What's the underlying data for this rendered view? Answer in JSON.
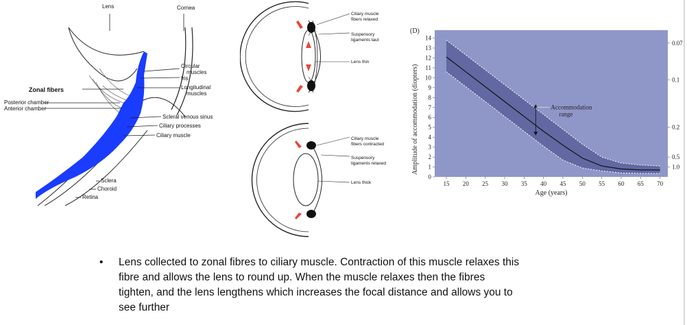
{
  "eye_diagram": {
    "labels": {
      "lens": "Lens",
      "cornea": "Cornea",
      "zonal_fibers": "Zonal fibers",
      "posterior_chamber": "Posterior chamber",
      "anterior_chamber": "Anterior chamber",
      "circular_muscles": [
        "Circular",
        "muscles"
      ],
      "iris": "Iris",
      "longitudinal_muscles": [
        "Longitudinal",
        "muscles"
      ],
      "scleral_venous_sinus": "Scleral venous sinus",
      "ciliary_processes": "Ciliary processes",
      "ciliary_muscle": "Ciliary muscle",
      "sclera": "Sclera",
      "choroid": "Choroid",
      "retina": "Retina"
    },
    "highlight_color": "#1a3cff"
  },
  "lens_diagram": {
    "top": {
      "ciliary": [
        "Ciliary muscle",
        "fibers relaxed"
      ],
      "suspensory": [
        "Suspensory",
        "ligaments taut"
      ],
      "lens": "Lens thin"
    },
    "bottom": {
      "ciliary": [
        "Ciliary muscle",
        "fibers contracted"
      ],
      "suspensory": [
        "Suspensory",
        "ligaments relaxed"
      ],
      "lens": "Lens thick"
    },
    "arrow_color": "#e8463a"
  },
  "chart_data": {
    "type": "area",
    "panel_label": "(D)",
    "xlabel": "Age (years)",
    "ylabel": "Amplitude of accommodation (diopters)",
    "x_ticks": [
      15,
      20,
      25,
      30,
      35,
      40,
      45,
      50,
      55,
      60,
      65,
      70
    ],
    "y_ticks": [
      0,
      1,
      2,
      3,
      4,
      5,
      6,
      7,
      8,
      9,
      10,
      11,
      12,
      13,
      14
    ],
    "xlim": [
      12,
      72
    ],
    "ylim": [
      0,
      14.8
    ],
    "right_ticks": [
      {
        "label": "0.07",
        "at": 13.5
      },
      {
        "label": "0.1",
        "at": 9.8
      },
      {
        "label": "0.2",
        "at": 5.0
      },
      {
        "label": "0.5",
        "at": 2.0
      },
      {
        "label": "1.0",
        "at": 1.0
      }
    ],
    "series": [
      {
        "role": "mean",
        "x": [
          15,
          20,
          25,
          30,
          35,
          40,
          45,
          50,
          55,
          60,
          65,
          70
        ],
        "values": [
          12.1,
          10.6,
          9.1,
          7.6,
          6.1,
          4.6,
          3.2,
          1.9,
          1.1,
          0.8,
          0.7,
          0.7
        ]
      },
      {
        "role": "upper",
        "x": [
          15,
          20,
          25,
          30,
          35,
          40,
          45,
          50,
          55,
          60,
          65,
          70
        ],
        "values": [
          13.8,
          12.3,
          10.8,
          9.3,
          7.8,
          6.3,
          4.8,
          3.3,
          2.0,
          1.4,
          1.2,
          1.1
        ]
      },
      {
        "role": "lower",
        "x": [
          15,
          20,
          25,
          30,
          35,
          40,
          45,
          50,
          55,
          60,
          65,
          70
        ],
        "values": [
          10.6,
          9.1,
          7.6,
          6.1,
          4.6,
          3.1,
          1.7,
          0.9,
          0.6,
          0.4,
          0.35,
          0.35
        ]
      }
    ],
    "annotation": {
      "text": [
        "Accommodation",
        "range"
      ],
      "x": 38,
      "y_low": 4.2,
      "y_high": 7.3
    },
    "colors": {
      "plot_bg": "#8f97c9",
      "band": "#5b5f9a",
      "mean_line": "#111111",
      "bound_line": "#ffffff"
    }
  },
  "bullet": {
    "symbol": "•",
    "lines": [
      "Lens collected to zonal fibres to ciliary muscle. Contraction of this muscle relaxes this",
      "fibre and allows the lens to round up. When the muscle relaxes then the fibres",
      "tighten, and the lens lengthens which increases the focal distance and allows you to",
      "see further"
    ]
  }
}
